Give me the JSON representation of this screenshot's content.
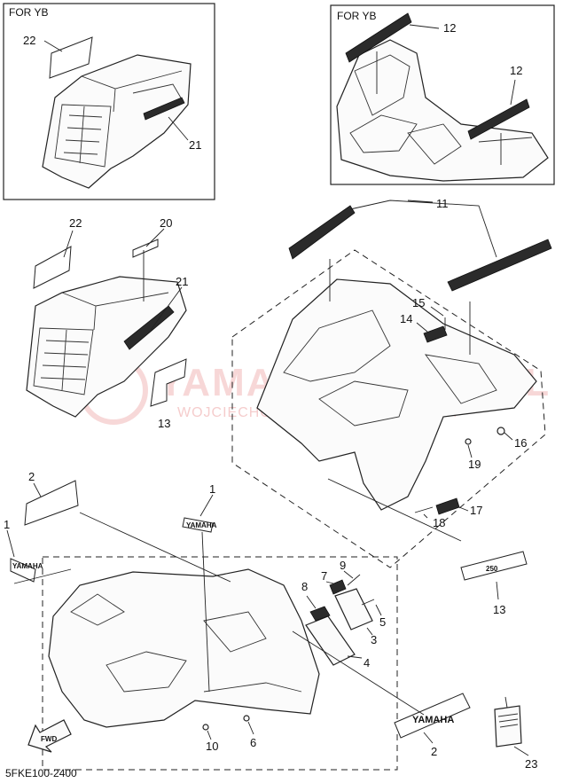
{
  "diagram": {
    "inset_titles": [
      "FOR YB",
      "FOR YB"
    ],
    "watermark": {
      "line1": "YAMAHA-SKLEP.PL",
      "line2": "WOJCIECHOWSKI | DEALER YAMAHA"
    },
    "decals": {
      "yamaha": "YAMAHA",
      "fwd": "FWD",
      "model": "250"
    },
    "callouts": {
      "c1a": "1",
      "c1b": "1",
      "c2a": "2",
      "c2b": "2",
      "c3": "3",
      "c4": "4",
      "c5": "5",
      "c6": "6",
      "c7": "7",
      "c8": "8",
      "c9": "9",
      "c10": "10",
      "c11": "11",
      "c12a": "12",
      "c12b": "12",
      "c13a": "13",
      "c13b": "13",
      "c14": "14",
      "c15": "15",
      "c16": "16",
      "c17": "17",
      "c18": "18",
      "c19": "19",
      "c20": "20",
      "c21a": "21",
      "c21b": "21",
      "c22a": "22",
      "c22b": "22",
      "c23": "23"
    },
    "diagram_code": "5FKE100-2400"
  }
}
